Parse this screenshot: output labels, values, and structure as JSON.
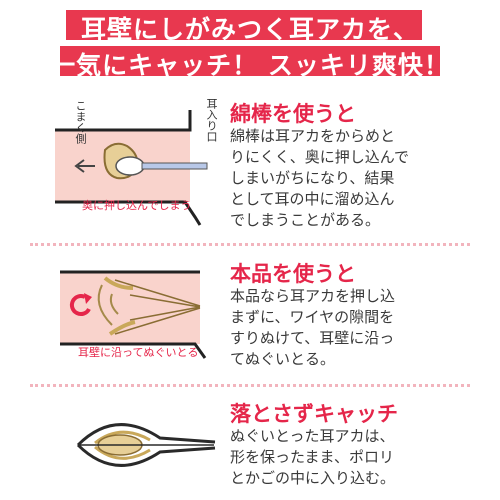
{
  "header": {
    "line1": "耳壁にしがみつく耳アカを、",
    "line2": "一気にキャッチ！ スッキリ爽快！"
  },
  "sections": [
    {
      "title": "綿棒を使うと",
      "body": [
        "綿棒は耳アカをからめと",
        "りにくく、奥に押し込んで",
        "しまいがちになり、結果",
        "として耳の中に溜め込ん",
        "でしまうことがある。"
      ],
      "caption": "奥に押し込んでしまう",
      "side_label_left": "こまく側",
      "side_label_right": "耳入り口"
    },
    {
      "title": "本品を使うと",
      "body": [
        "本品なら耳アカを押し込",
        "まずに、ワイヤの隙間を",
        "すりぬけて、耳壁に沿っ",
        "てぬぐいとる。"
      ],
      "caption": "耳壁に沿ってぬぐいとる"
    },
    {
      "title": "落とさずキャッチ",
      "body": [
        "ぬぐいとった耳アカは、",
        "形を保ったまま、ポロリ",
        "とかごの中に入り込む。"
      ]
    }
  ],
  "colors": {
    "accent": "#e8384f",
    "skin": "#f9d3cc",
    "wax": "#e7cf97",
    "wire": "#c9a85a"
  }
}
